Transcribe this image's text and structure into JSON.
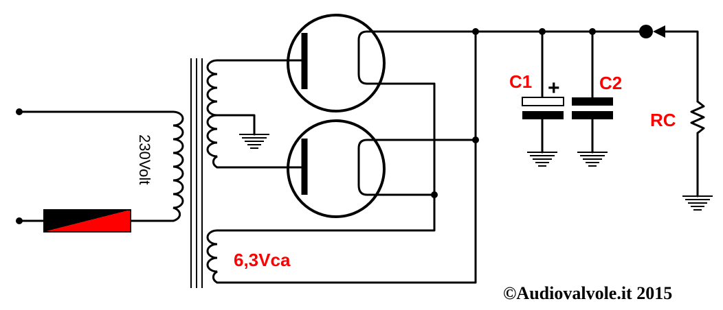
{
  "labels": {
    "mains_voltage": "230Volt",
    "heater_voltage": "6,3Vca",
    "cap1": "C1",
    "cap1_polarity": "+",
    "cap2": "C2",
    "load": "RC",
    "copyright": "©Audiovalvole.it 2015"
  },
  "colors": {
    "label": "#ff0000",
    "wire": "#000000",
    "fuse_top": "#000000",
    "fuse_bottom": "#ff0000"
  }
}
